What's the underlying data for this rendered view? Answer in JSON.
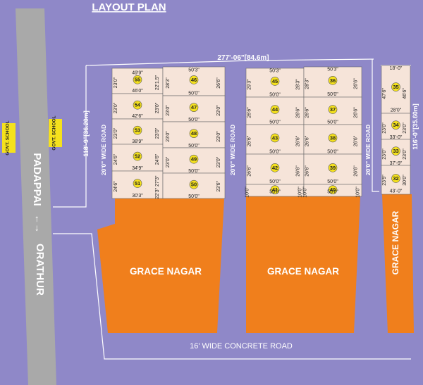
{
  "title": "LAYOUT PLAN",
  "colors": {
    "background": "#8f88c8",
    "plot_fill": "#f6e4d9",
    "open_space": "#f07f1c",
    "road": "#a9a9a9",
    "badge": "#f5e11d"
  },
  "overall_width": "277'-06\"[84.6m]",
  "left_depth": "118'-9\"[36.20m]",
  "right_depth": "116'-0\"[35.60m]",
  "main_road": {
    "left": "PADAPPAI",
    "right": "ORATHUR",
    "arrow": "←→"
  },
  "school_labels": [
    "GOVT. SCHOOL",
    "GOVT. SCHOOL"
  ],
  "wide_roads": [
    "20'0\" WIDE ROAD",
    "20'0\" WIDE ROAD",
    "20'0\" WIDE ROAD"
  ],
  "concrete_road": "16' WIDE CONCRETE ROAD",
  "open_space_labels": [
    "GRACE NAGAR",
    "GRACE NAGAR",
    "GRACE NAGAR"
  ],
  "plots": [
    {
      "no": "55",
      "dims": [
        "49'9\"",
        "46'0\"",
        "22'1.5\"",
        "23'0\""
      ]
    },
    {
      "no": "54",
      "dims": [
        "42'6\"",
        "23'0\"",
        "23'0\""
      ]
    },
    {
      "no": "53",
      "dims": [
        "38'9\"",
        "23'0\"",
        "23'0\""
      ]
    },
    {
      "no": "52",
      "dims": [
        "34'9\"",
        "24'6\"",
        "24'6\""
      ]
    },
    {
      "no": "51",
      "dims": [
        "30'3\"",
        "24'6\"",
        "27'3\"",
        "22'3\""
      ]
    },
    {
      "no": "46",
      "dims": [
        "50'3\"",
        "50'0\"",
        "28'3\"",
        "26'6\""
      ]
    },
    {
      "no": "47",
      "dims": [
        "50'0\"",
        "23'0\"",
        "23'0\""
      ]
    },
    {
      "no": "48",
      "dims": [
        "50'0\"",
        "23'0\"",
        "23'0\""
      ]
    },
    {
      "no": "49",
      "dims": [
        "50'0\"",
        "23'0\"",
        "23'0\""
      ]
    },
    {
      "no": "50",
      "dims": [
        "50'0\"",
        "23'6\""
      ]
    },
    {
      "no": "45",
      "dims": [
        "50'3\"",
        "50'0\"",
        "29'3\"",
        "28'3\""
      ]
    },
    {
      "no": "44",
      "dims": [
        "50'0\"",
        "26'6\"",
        "26'6\""
      ]
    },
    {
      "no": "43",
      "dims": [
        "50'0\"",
        "26'6\"",
        "26'6\""
      ]
    },
    {
      "no": "42",
      "dims": [
        "50'0\"",
        "26'6\"",
        "26'6\""
      ]
    },
    {
      "no": "41",
      "dims": [
        "50'0\"",
        "10'0\"",
        "10'0\""
      ]
    },
    {
      "no": "36",
      "dims": [
        "50'3\"",
        "50'0\"",
        "28'3\"",
        "26'6\""
      ]
    },
    {
      "no": "37",
      "dims": [
        "50'0\"",
        "26'6\"",
        "26'6\""
      ]
    },
    {
      "no": "38",
      "dims": [
        "50'0\"",
        "26'6\"",
        "26'6\""
      ]
    },
    {
      "no": "39",
      "dims": [
        "50'0\"",
        "26'6\"",
        "26'6\""
      ]
    },
    {
      "no": "40",
      "dims": [
        "50'0\"",
        "10'0\"",
        "10'0\""
      ]
    },
    {
      "no": "35",
      "dims": [
        "18'-0\"",
        "28'0\"",
        "47'6\"",
        "46'6\""
      ]
    },
    {
      "no": "34",
      "dims": [
        "33'-0\"",
        "23'0\"",
        "23'0\""
      ]
    },
    {
      "no": "33",
      "dims": [
        "37'-9\"",
        "23'0\"",
        "23'0\""
      ]
    },
    {
      "no": "32",
      "dims": [
        "43'-0\"",
        "23'9\"",
        "30'0\""
      ]
    }
  ]
}
